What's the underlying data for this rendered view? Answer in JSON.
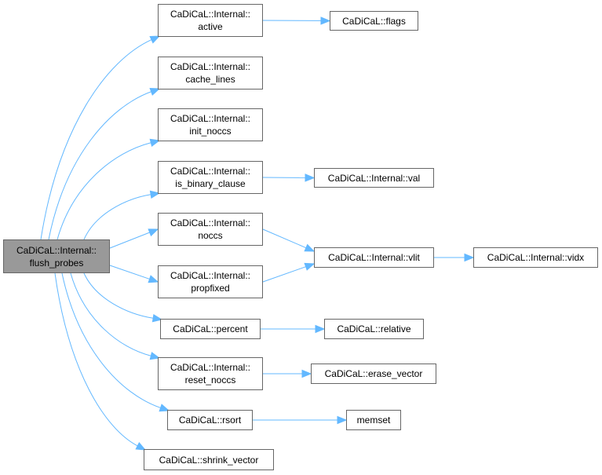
{
  "diagram": {
    "type": "call-graph",
    "edge_color": "#63b8ff",
    "root_fill": "#999999",
    "nodes": [
      {
        "id": "flush_probes",
        "lines": [
          "CaDiCaL::Internal::",
          "flush_probes"
        ],
        "root": true
      },
      {
        "id": "active",
        "lines": [
          "CaDiCaL::Internal::",
          "active"
        ]
      },
      {
        "id": "flags",
        "lines": [
          "CaDiCaL::flags"
        ]
      },
      {
        "id": "cache_lines",
        "lines": [
          "CaDiCaL::Internal::",
          "cache_lines"
        ]
      },
      {
        "id": "init_noccs",
        "lines": [
          "CaDiCaL::Internal::",
          "init_noccs"
        ]
      },
      {
        "id": "is_binary_clause",
        "lines": [
          "CaDiCaL::Internal::",
          "is_binary_clause"
        ]
      },
      {
        "id": "val",
        "lines": [
          "CaDiCaL::Internal::val"
        ]
      },
      {
        "id": "noccs",
        "lines": [
          "CaDiCaL::Internal::",
          "noccs"
        ]
      },
      {
        "id": "vlit",
        "lines": [
          "CaDiCaL::Internal::vlit"
        ]
      },
      {
        "id": "vidx",
        "lines": [
          "CaDiCaL::Internal::vidx"
        ]
      },
      {
        "id": "propfixed",
        "lines": [
          "CaDiCaL::Internal::",
          "propfixed"
        ]
      },
      {
        "id": "percent",
        "lines": [
          "CaDiCaL::percent"
        ]
      },
      {
        "id": "relative",
        "lines": [
          "CaDiCaL::relative"
        ]
      },
      {
        "id": "reset_noccs",
        "lines": [
          "CaDiCaL::Internal::",
          "reset_noccs"
        ]
      },
      {
        "id": "erase_vector",
        "lines": [
          "CaDiCaL::erase_vector"
        ]
      },
      {
        "id": "rsort",
        "lines": [
          "CaDiCaL::rsort"
        ]
      },
      {
        "id": "memset",
        "lines": [
          "memset"
        ]
      },
      {
        "id": "shrink_vector",
        "lines": [
          "CaDiCaL::shrink_vector"
        ]
      }
    ],
    "edges": [
      [
        "flush_probes",
        "active"
      ],
      [
        "flush_probes",
        "cache_lines"
      ],
      [
        "flush_probes",
        "init_noccs"
      ],
      [
        "flush_probes",
        "is_binary_clause"
      ],
      [
        "flush_probes",
        "noccs"
      ],
      [
        "flush_probes",
        "propfixed"
      ],
      [
        "flush_probes",
        "percent"
      ],
      [
        "flush_probes",
        "reset_noccs"
      ],
      [
        "flush_probes",
        "rsort"
      ],
      [
        "flush_probes",
        "shrink_vector"
      ],
      [
        "active",
        "flags"
      ],
      [
        "is_binary_clause",
        "val"
      ],
      [
        "noccs",
        "vlit"
      ],
      [
        "propfixed",
        "vlit"
      ],
      [
        "vlit",
        "vidx"
      ],
      [
        "percent",
        "relative"
      ],
      [
        "reset_noccs",
        "erase_vector"
      ],
      [
        "rsort",
        "memset"
      ]
    ]
  }
}
